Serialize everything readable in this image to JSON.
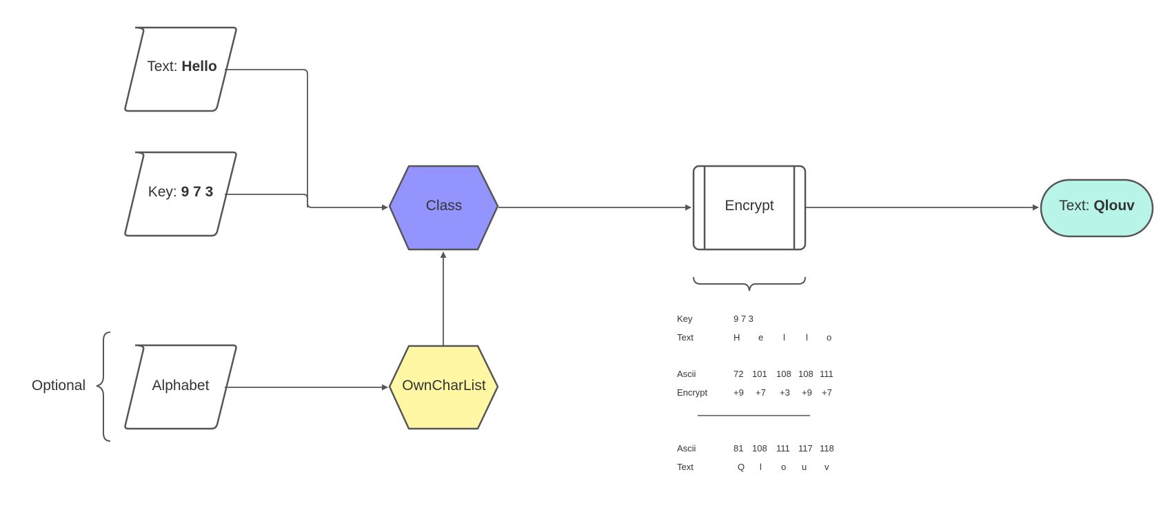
{
  "nodes": {
    "text_input": {
      "prefix": "Text:",
      "value": "Hello"
    },
    "key_input": {
      "prefix": "Key:",
      "value": "9 7 3"
    },
    "alphabet_input": {
      "label": "Alphabet"
    },
    "class_node": {
      "label": "Class",
      "fill": "#9494ff"
    },
    "ownchar_node": {
      "label": "OwnCharList",
      "fill": "#fff7a3"
    },
    "encrypt_node": {
      "label": "Encrypt"
    },
    "output_node": {
      "prefix": "Text:",
      "value": "Qlouv",
      "fill": "#b8f5e8"
    }
  },
  "optional_label": "Optional",
  "table": {
    "key_label": "Key",
    "key_value": "9 7 3",
    "text_label": "Text",
    "text_chars": [
      "H",
      "e",
      "l",
      "l",
      "o"
    ],
    "ascii_label": "Ascii",
    "ascii_values": [
      "72",
      "101",
      "108",
      "108",
      "111"
    ],
    "encrypt_label": "Encrypt",
    "encrypt_values": [
      "+9",
      "+7",
      "+3",
      "+9",
      "+7"
    ],
    "result_ascii_label": "Ascii",
    "result_ascii_values": [
      "81",
      "108",
      "111",
      "117",
      "118"
    ],
    "result_text_label": "Text",
    "result_text_chars": [
      "Q",
      "l",
      "o",
      "u",
      "v"
    ]
  }
}
